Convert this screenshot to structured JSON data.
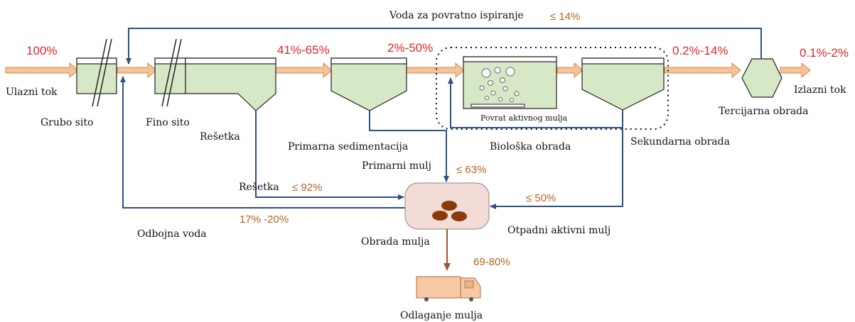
{
  "colors": {
    "flow_arrow": "#f5c29a",
    "tank_fill": "#d6e8c6",
    "return_line": "#2e4f87",
    "percent_red": "#e0262a",
    "percent_brown": "#b5651d",
    "sludge_box": "#f3dcd6",
    "truck": "#f7c8a2"
  },
  "labels": {
    "inflow": "Ulazni tok",
    "coarse_screen": "Grubo sito",
    "fine_screen": "Fino sito",
    "grit": "Rešetka",
    "primary_sedimentation": "Primarna sedimentacija",
    "biological_treatment": "Biološka obrada",
    "secondary_treatment": "Sekundarna obrada",
    "tertiary_treatment": "Tercijarna obrada",
    "outflow": "Izlazni tok",
    "backwash_water": "Voda za povratno ispiranje",
    "return_activated_sludge": "Povrat aktivnog mulja",
    "primary_sludge": "Primarni mulj",
    "grit_flow": "Rešetka",
    "reject_water": "Odbojna voda",
    "sludge_treatment": "Obrada mulja",
    "waste_activated_sludge": "Otpadni aktivni mulj",
    "sludge_disposal": "Odlaganje mulja"
  },
  "percentages": {
    "inflow": "100%",
    "after_grit": "41%-65%",
    "after_primary": "2%-50%",
    "after_secondary": "0.2%-14%",
    "outflow": "0.1%-2%",
    "backwash": "≤ 14%",
    "primary_sludge": "≤ 63%",
    "grit": "≤ 92%",
    "waste_sludge": "≤ 50%",
    "reject_water": "17% -20%",
    "disposal": "69-80%"
  }
}
